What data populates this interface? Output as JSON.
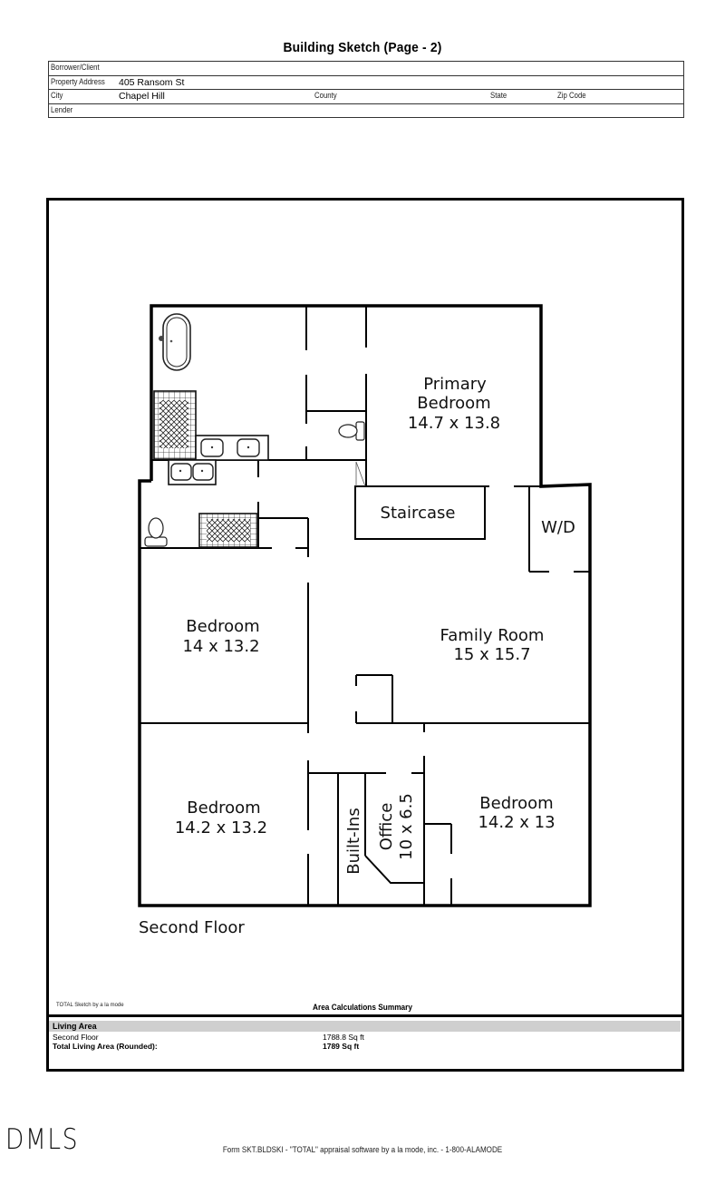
{
  "header": {
    "title": "Building Sketch (Page - 2)",
    "borrower_label": "Borrower/Client",
    "borrower_value": "",
    "property_address_label": "Property Address",
    "property_address_value": "405 Ransom St",
    "city_label": "City",
    "city_value": "Chapel Hill",
    "county_label": "County",
    "state_label": "State",
    "zip_label": "Zip Code",
    "lender_label": "Lender"
  },
  "floor_plan": {
    "floor_name": "Second Floor",
    "rooms": [
      {
        "name": "Primary",
        "name2": "Bedroom",
        "dims": "14.7 x 13.8"
      },
      {
        "name": "Staircase"
      },
      {
        "name": "W/D"
      },
      {
        "name": "Bedroom",
        "dims": "14 x 13.2"
      },
      {
        "name": "Family Room",
        "dims": "15 x 15.7"
      },
      {
        "name": "Bedroom",
        "dims": "14.2 x 13.2"
      },
      {
        "name": "Built-Ins"
      },
      {
        "name": "Office",
        "dims": "10 x 6.5"
      },
      {
        "name": "Bedroom",
        "dims": "14.2 x 13"
      }
    ]
  },
  "summary": {
    "credit": "TOTAL Sketch by a la mode",
    "title": "Area Calculations Summary",
    "section": "Living Area",
    "rows": [
      {
        "label": "Second Floor",
        "value": "1788.8 Sq ft"
      },
      {
        "label": "Total Living Area (Rounded):",
        "value": "1789 Sq ft"
      }
    ]
  },
  "footer": {
    "logo": "DMLS",
    "form_text": "Form SKT.BLDSKI - \"TOTAL\" appraisal software by a la mode, inc. - 1-800-ALAMODE"
  }
}
